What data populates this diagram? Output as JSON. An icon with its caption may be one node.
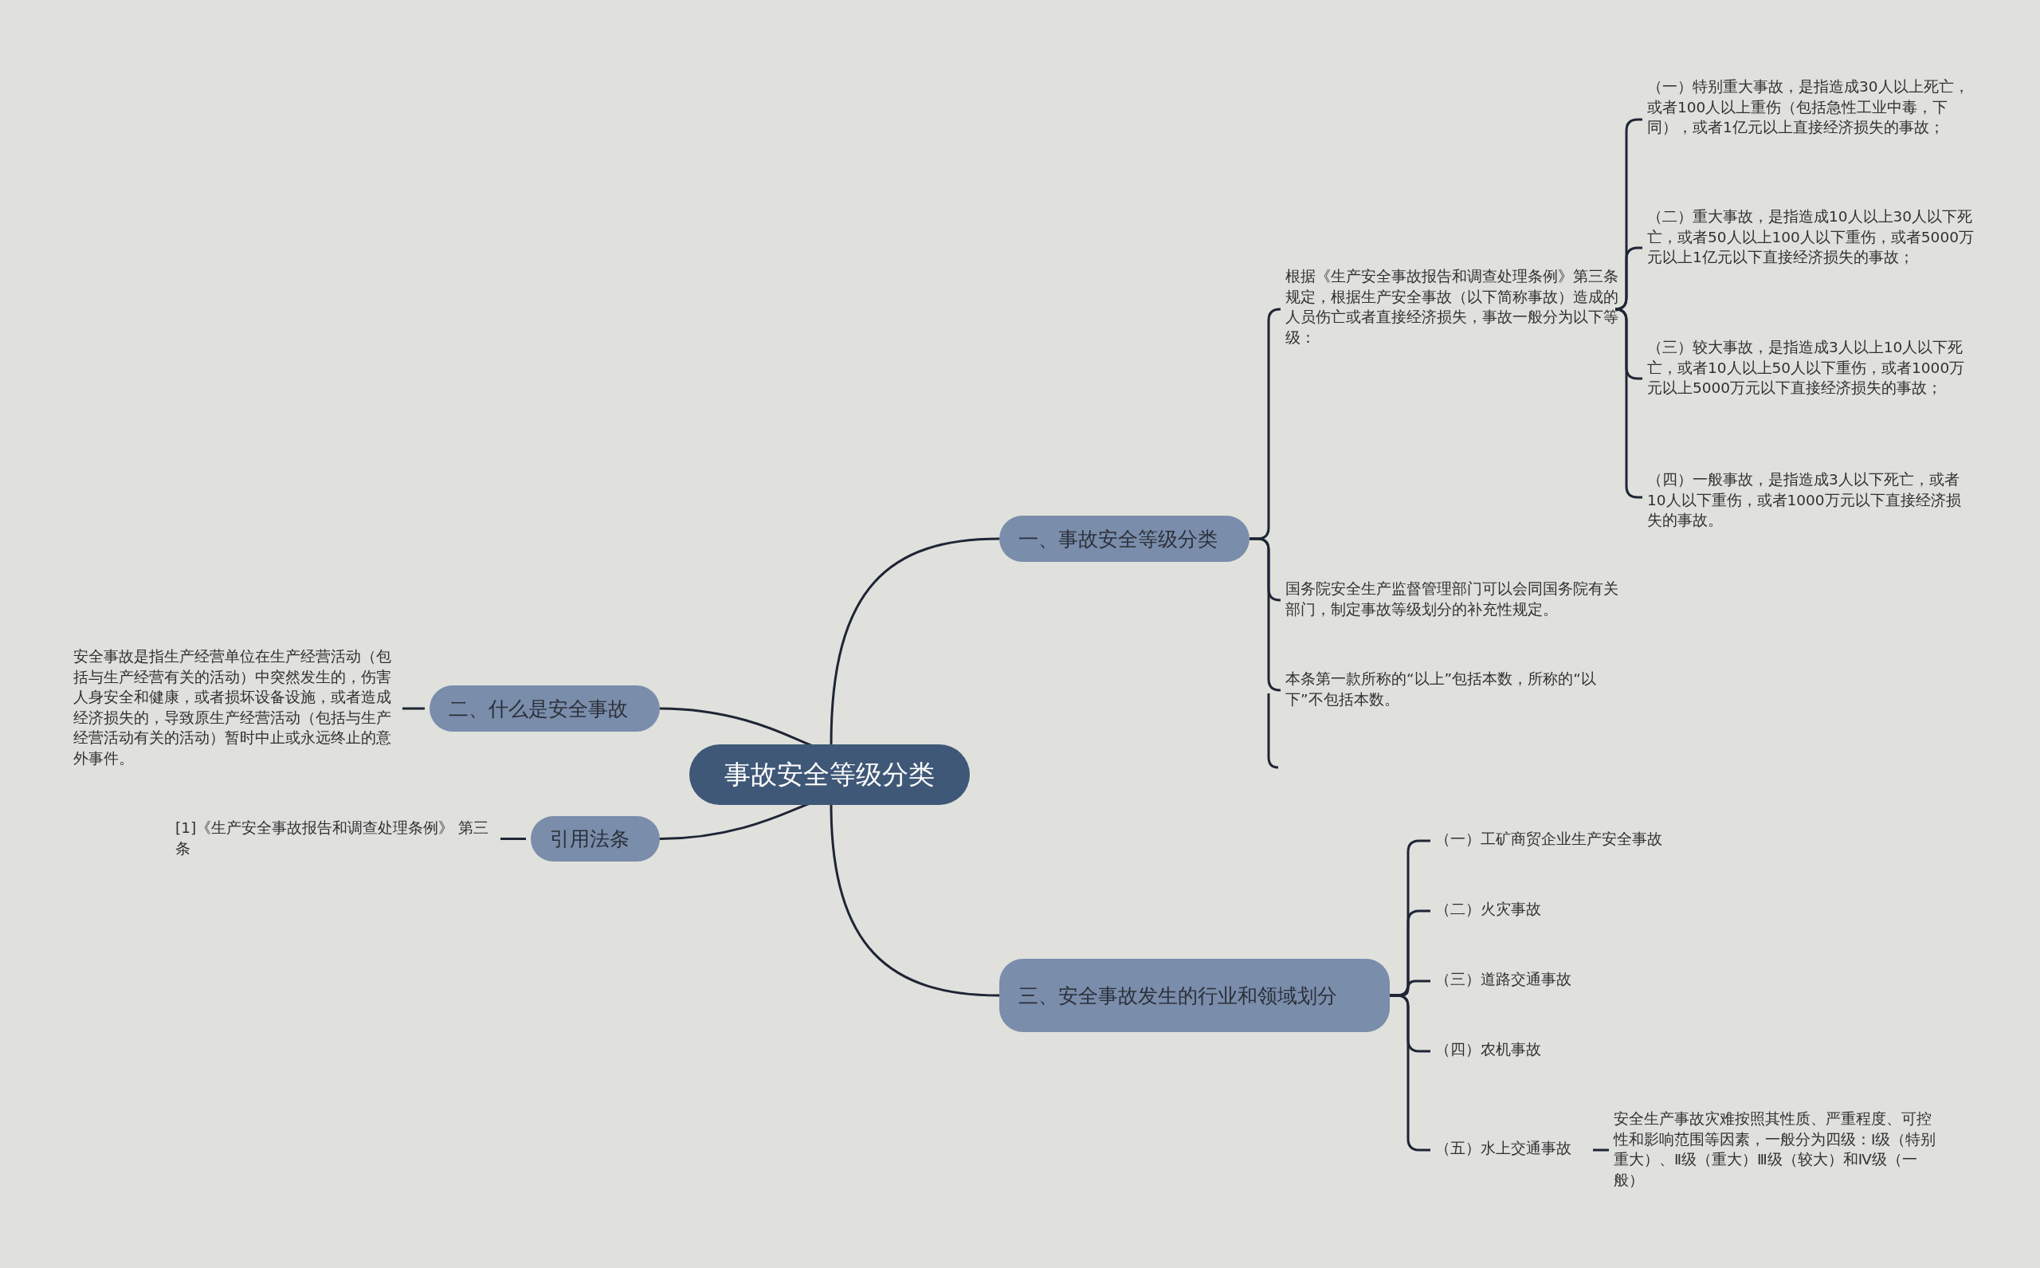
{
  "diagram": {
    "nodes": [
      {
        "text": [
          "事故安全等级分类"
        ]
      },
      {
        "text": [
          "一、事故安全等级分类"
        ]
      },
      {
        "text": [
          "根据《生产安全事故报告和调查处理条例》第三条规定，根据生产安全事故（以下简称事故）造成的人员伤亡或者直接经济损失，事故一般分为以下等级："
        ]
      },
      {
        "text": [
          "（一）特别重大事故，是指造成30人以上死亡，或者100人以上重伤（包括急性工业中毒，下同），或者1亿元以上直接经济损失的事故；"
        ]
      },
      {
        "text": [
          "（二）重大事故，是指造成10人以上30人以下死亡，或者50人以上100人以下重伤，或者5000万元以上1亿元以下直接经济损失的事故；"
        ]
      },
      {
        "text": [
          "（三）较大事故，是指造成3人以上10人以下死亡，或者10人以上50人以下重伤，或者1000万元以上5000万元以下直接经济损失的事故；"
        ]
      },
      {
        "text": [
          "（四）一般事故，是指造成3人以下死亡，或者10人以下重伤，或者1000万元以下直接经济损失的事故。"
        ]
      },
      {
        "text": [
          "国务院安全生产监督管理部门可以会同国务院有关部门，制定事故等级划分的补充性规定。"
        ]
      },
      {
        "text": [
          "本条第一款所称的“以上”包括本数，所称的“以下”不包括本数。"
        ]
      },
      {
        "text": [
          "二、什么是安全事故"
        ]
      },
      {
        "text": [
          "安全事故是指生产经营单位在生产经营活动（包括与生产经营有关的活动）中突然发生的，伤害人身安全和健康，或者损坏设备设施，或者造成经济损失的，导致原生产经营活动（包括与生产经营活动有关的活动）暂时中止或永远终止的意外事件。"
        ]
      },
      {
        "text": [
          "引用法条"
        ]
      },
      {
        "text": [
          "[1]《生产安全事故报告和调查处理条例》 第三条"
        ]
      },
      {
        "text": [
          "三、安全事故发生的行业和领域划分"
        ]
      },
      {
        "text": [
          "（一）工矿商贸企业生产安全事故"
        ]
      },
      {
        "text": [
          "（二）火灾事故"
        ]
      },
      {
        "text": [
          "（三）道路交通事故"
        ]
      },
      {
        "text": [
          "（四）农机事故"
        ]
      },
      {
        "text": [
          "（五）水上交通事故"
        ]
      },
      {
        "text": [
          "安全生产事故灾难按照其性质、严重程度、可控性和影响范围等因素，一般分为四级：Ⅰ级（特别重大）、Ⅱ级（重大）Ⅲ级（较大）和Ⅳ级（一般）"
        ]
      }
    ],
    "edges": [
      {
        "from": 0,
        "to": 1,
        "arrow": "none"
      },
      {
        "from": 1,
        "to": 2,
        "arrow": "none"
      },
      {
        "from": 2,
        "to": 3,
        "arrow": "none"
      },
      {
        "from": 2,
        "to": 4,
        "arrow": "none"
      },
      {
        "from": 2,
        "to": 5,
        "arrow": "none"
      },
      {
        "from": 2,
        "to": 6,
        "arrow": "none"
      },
      {
        "from": 1,
        "to": 7,
        "arrow": "none"
      },
      {
        "from": 1,
        "to": 8,
        "arrow": "none"
      },
      {
        "from": 0,
        "to": 9,
        "arrow": "none"
      },
      {
        "from": 9,
        "to": 10,
        "arrow": "none"
      },
      {
        "from": 0,
        "to": 11,
        "arrow": "none"
      },
      {
        "from": 11,
        "to": 12,
        "arrow": "none"
      },
      {
        "from": 0,
        "to": 13,
        "arrow": "none"
      },
      {
        "from": 13,
        "to": 14,
        "arrow": "none"
      },
      {
        "from": 13,
        "to": 15,
        "arrow": "none"
      },
      {
        "from": 13,
        "to": 16,
        "arrow": "none"
      },
      {
        "from": 13,
        "to": 17,
        "arrow": "none"
      },
      {
        "from": 13,
        "to": 18,
        "arrow": "none"
      },
      {
        "from": 18,
        "to": 19,
        "arrow": "none"
      }
    ]
  }
}
